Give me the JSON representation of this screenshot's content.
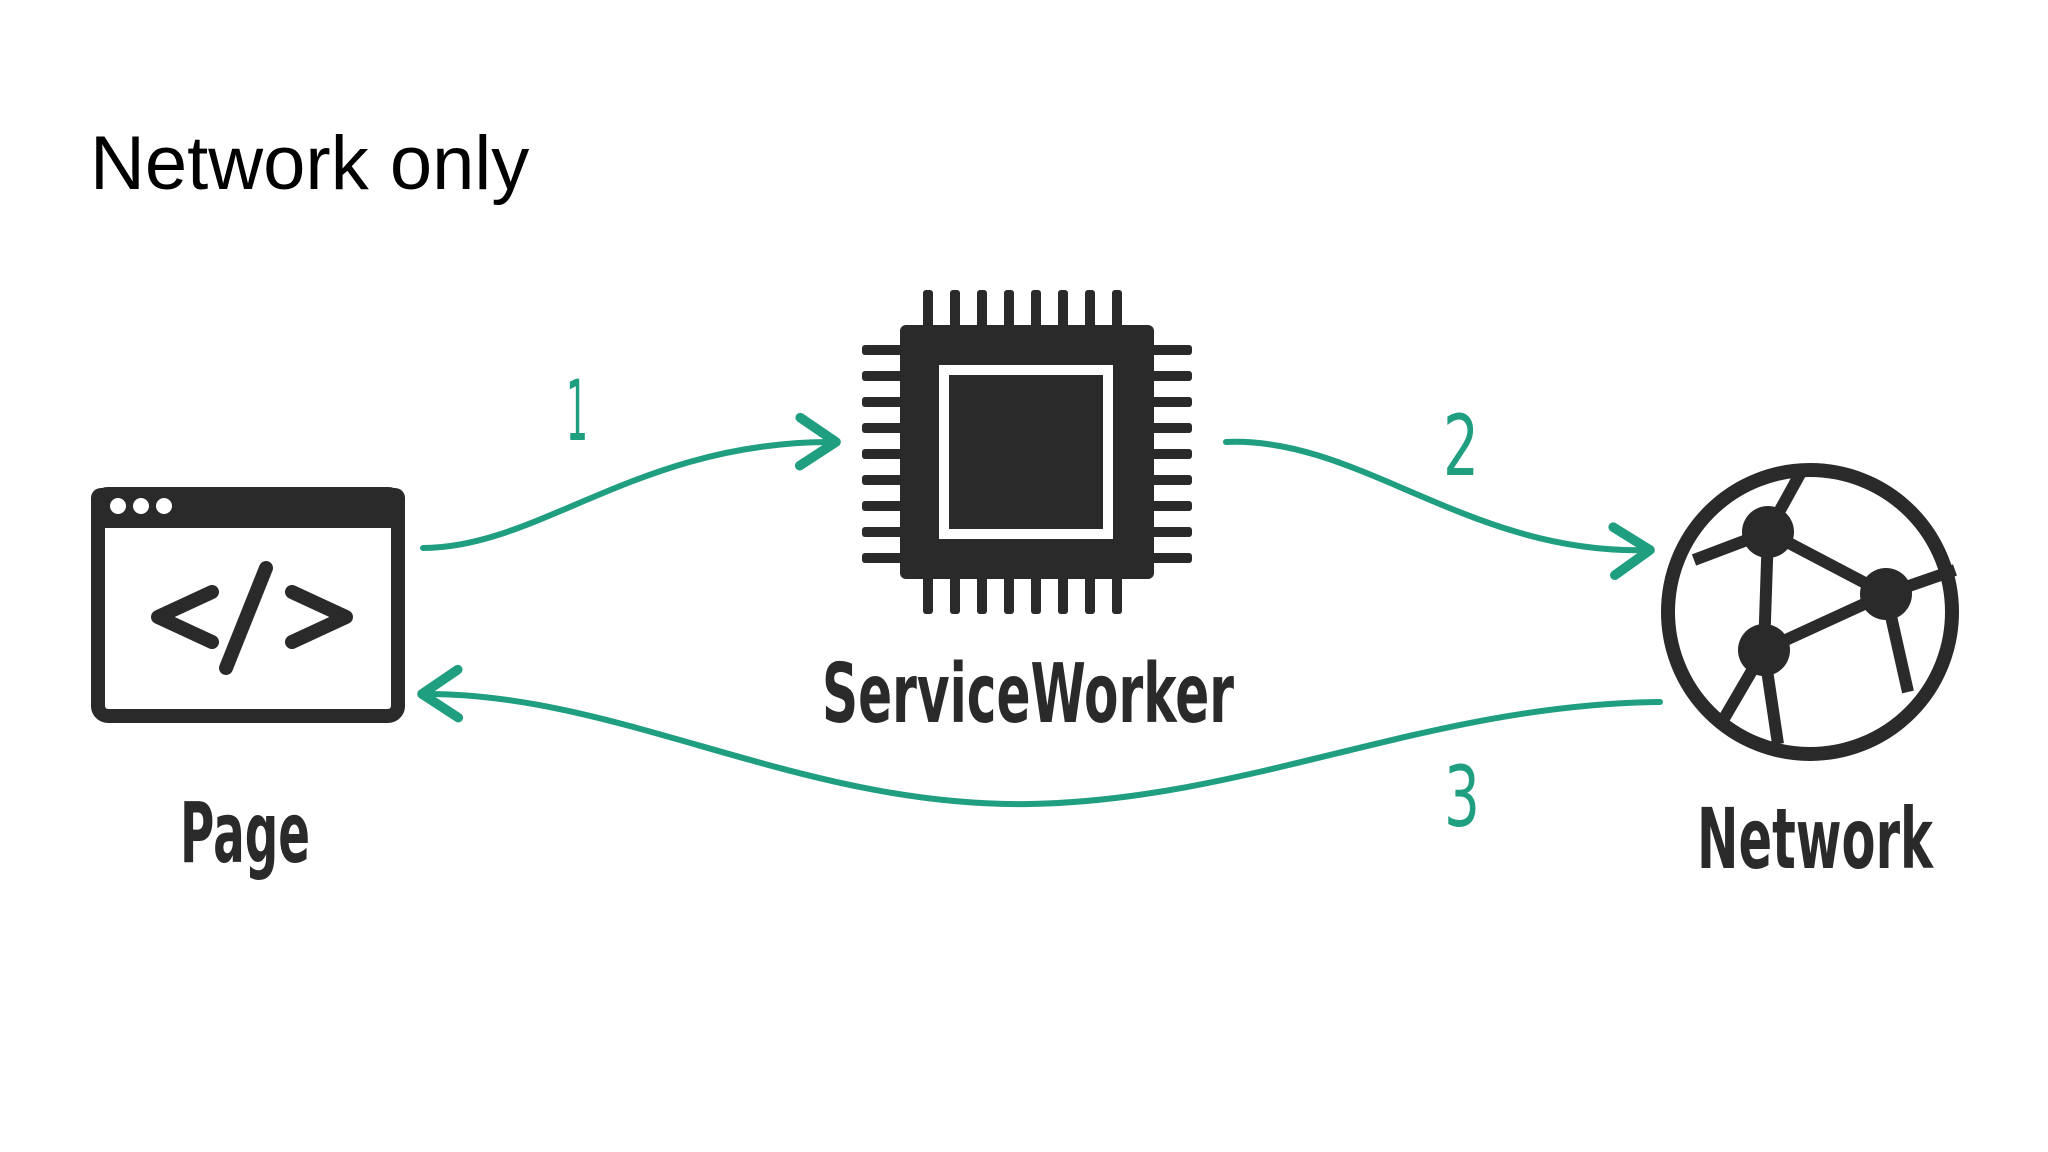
{
  "title": "Network only",
  "nodes": {
    "page": {
      "label": "Page",
      "icon": "code-window-icon"
    },
    "service_worker": {
      "label": "ServiceWorker",
      "icon": "chip-icon"
    },
    "network": {
      "label": "Network",
      "icon": "globe-network-icon"
    }
  },
  "steps": [
    {
      "label": "1",
      "from": "Page",
      "to": "ServiceWorker"
    },
    {
      "label": "2",
      "from": "ServiceWorker",
      "to": "Network"
    },
    {
      "label": "3",
      "from": "Network",
      "to": "Page"
    }
  ],
  "colors": {
    "arrow": "#1f9e80",
    "icon": "#2a2a2a",
    "background": "#ffffff"
  }
}
